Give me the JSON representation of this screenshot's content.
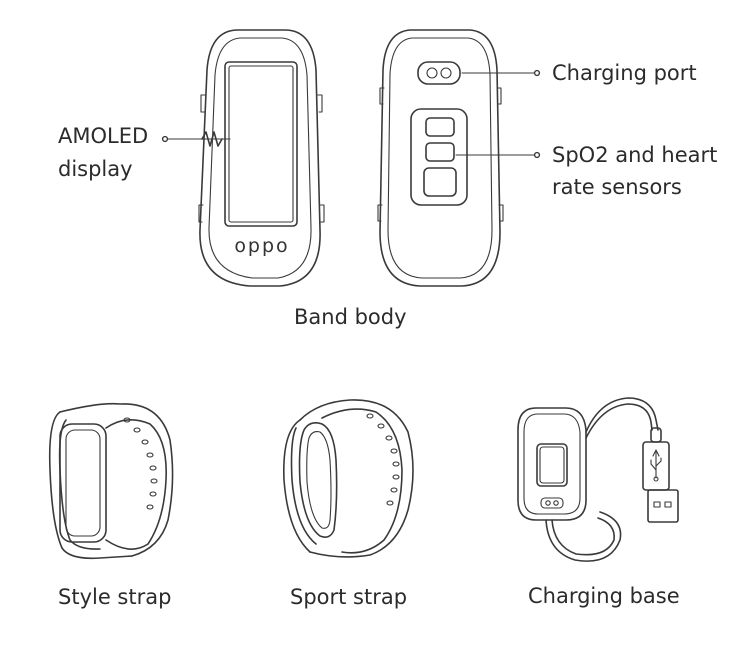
{
  "labels": {
    "amoled_line1": "AMOLED",
    "amoled_line2": "display",
    "charging_port": "Charging port",
    "sensors_line1": "SpO2 and heart",
    "sensors_line2": "rate sensors",
    "band_body": "Band body",
    "style_strap": "Style strap",
    "sport_strap": "Sport strap",
    "charging_base": "Charging base"
  },
  "brand": {
    "logo_text": "oppo"
  },
  "icons": [
    "band-front-icon",
    "band-back-icon",
    "style-strap-icon",
    "sport-strap-icon",
    "charging-base-icon",
    "usb-plug-icon"
  ]
}
